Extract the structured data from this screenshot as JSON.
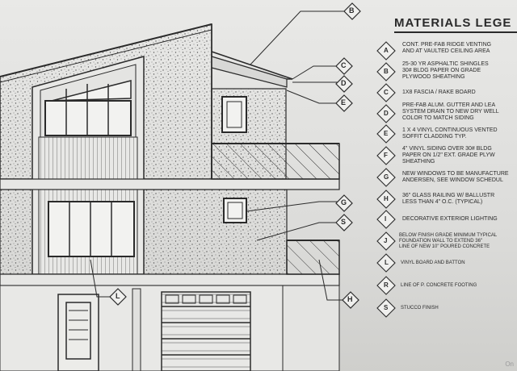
{
  "legend": {
    "title": "MATERIALS LEGE",
    "items": [
      {
        "tag": "A",
        "lines": [
          "CONT. PRE-FAB RIDGE VENTING",
          "AND AT VAULTED CEILING AREA"
        ]
      },
      {
        "tag": "B",
        "lines": [
          "25-30 YR ASPHALTIC SHINGLES",
          "30# BLDG PAPER ON GRADE",
          "PLYWOOD SHEATHING"
        ]
      },
      {
        "tag": "C",
        "lines": [
          "1x8 FASCIA / RAKE BOARD"
        ]
      },
      {
        "tag": "D",
        "lines": [
          "PRE-FAB ALUM. GUTTER AND LEA",
          "SYSTEM DRAIN TO NEW DRY WELL",
          "COLOR TO MATCH SIDING"
        ]
      },
      {
        "tag": "E",
        "lines": [
          "1 x 4 VINYL CONTINUOUS VENTED",
          "SOFFIT CLADDING TYP."
        ]
      },
      {
        "tag": "F",
        "lines": [
          "4\" VINYL SIDING OVER 30# BLDG",
          "PAPER ON 1/2\" EXT. GRADE PLYW",
          "SHEATHING"
        ]
      },
      {
        "tag": "G",
        "lines": [
          "NEW WINDOWS TO BE MANUFACTURE",
          "ANDERSEN, SEE WINDOW SCHEDUL"
        ]
      },
      {
        "tag": "H",
        "lines": [
          "36\" GLASS RAILING W/ BALLUSTR",
          "LESS THAN 4\" O.C. (TYPICAL)"
        ]
      },
      {
        "tag": "I",
        "lines": [
          "DECORATIVE EXTERIOR LIGHTING"
        ]
      },
      {
        "tag": "J",
        "lines": [
          "BELOW FINISH GRADE MINIMUM TYPICAL",
          "FOUNDATION WALL TO EXTEND 36\"",
          "LINE OF NEW 10\" POURED CONCRETE"
        ]
      },
      {
        "tag": "L",
        "lines": [
          "VINYL BOARD AND BATTON"
        ]
      },
      {
        "tag": "R",
        "lines": [
          "LINE OF P. CONCRETE FOOTING"
        ]
      },
      {
        "tag": "S",
        "lines": [
          "STUCCO FINISH"
        ]
      }
    ]
  },
  "callouts": [
    "B",
    "C",
    "D",
    "E",
    "G",
    "S",
    "H",
    "L"
  ],
  "colors": {
    "line": "#2a2a2a",
    "paper": "#e6e6e4",
    "stucco_dot": "#555555"
  },
  "watermark": "On"
}
